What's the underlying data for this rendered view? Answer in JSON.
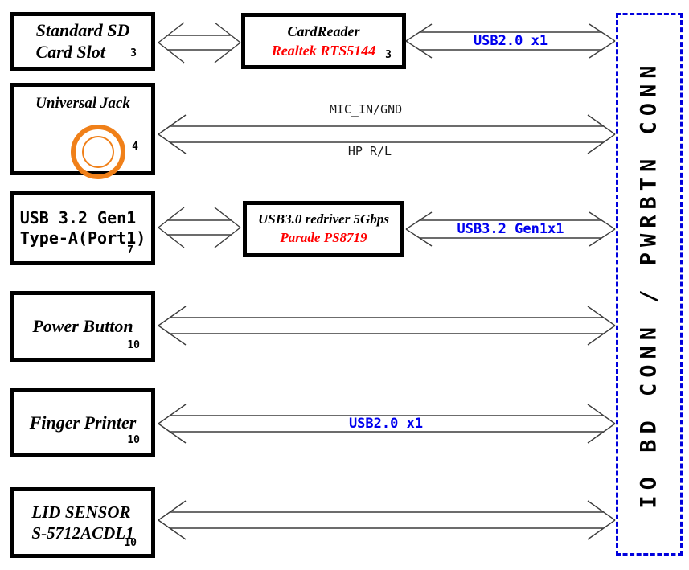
{
  "boxes": {
    "sd": {
      "line1": "Standard SD",
      "line2": "Card Slot",
      "page": "3"
    },
    "jack": {
      "line1": "Universal Jack",
      "page": "4"
    },
    "usb": {
      "line1": "USB 3.2 Gen1",
      "line2": "Type-A(Port1)",
      "page": "7"
    },
    "power": {
      "line1": "Power Button",
      "page": "10"
    },
    "finger": {
      "line1": "Finger Printer",
      "page": "10"
    },
    "lid": {
      "line1": "LID SENSOR",
      "line2": "S-5712ACDL1",
      "page": "10"
    }
  },
  "chips": {
    "cardreader": {
      "title": "CardReader",
      "part": "Realtek RTS5144",
      "page": "3"
    },
    "redriver": {
      "title": "USB3.0 redriver 5Gbps",
      "part": "Parade PS8719"
    }
  },
  "connector": {
    "label": "IO BD CONN / PWRBTN CONN"
  },
  "buses": {
    "sd_usb": "USB2.0 x1",
    "mic": "MIC_IN/GND",
    "hp": "HP_R/L",
    "usb3": "USB3.2 Gen1x1",
    "finger_usb": "USB2.0 x1"
  },
  "colors": {
    "bus_label": "#0000ee",
    "connector_border": "#0000dd",
    "chip_part": "#ff0000",
    "jack_ring": "#f08019",
    "box_border": "#000000",
    "arrow_stroke": "#3c3c3c"
  }
}
